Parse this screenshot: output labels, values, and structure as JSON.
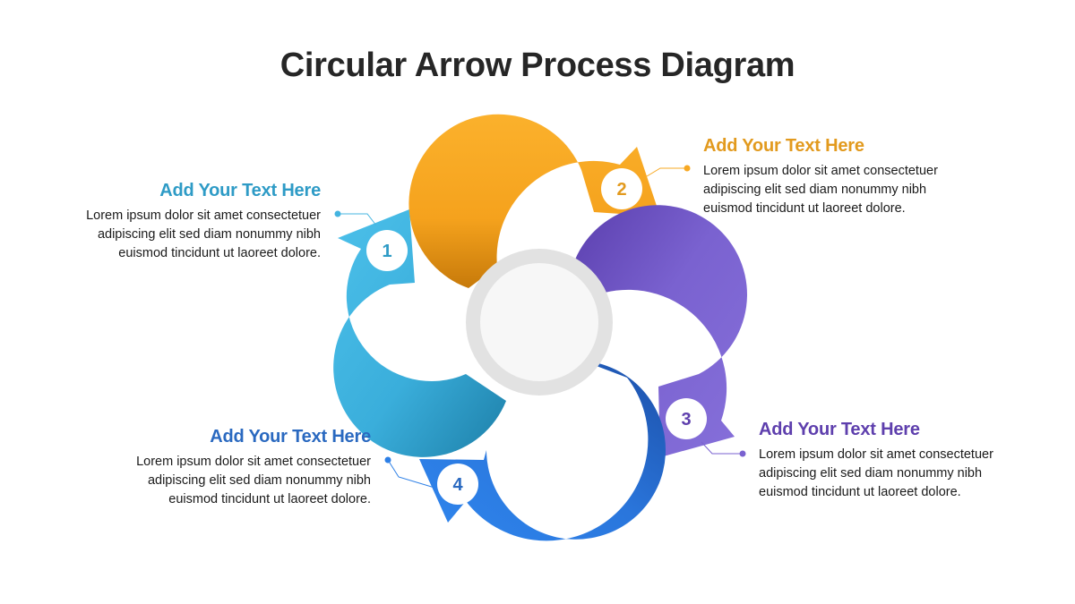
{
  "title": "Circular Arrow Process Diagram",
  "steps": [
    {
      "number": "1",
      "heading": "Add Your Text Here",
      "body_lines": [
        "Lorem ipsum dolor sit amet consectetuer",
        "adipiscing elit sed diam nonummy nibh",
        "euismod tincidunt ut laoreet dolore."
      ],
      "color": "#44b4e0"
    },
    {
      "number": "2",
      "heading": "Add Your Text Here",
      "body_lines": [
        "Lorem ipsum dolor sit amet consectetuer",
        "adipiscing elit sed diam nonummy nibh",
        "euismod tincidunt ut laoreet dolore."
      ],
      "color": "#f7a823"
    },
    {
      "number": "3",
      "heading": "Add Your Text Here",
      "body_lines": [
        "Lorem ipsum dolor sit amet consectetuer",
        "adipiscing elit sed diam nonummy nibh",
        "euismod tincidunt ut laoreet dolore."
      ],
      "color": "#7a62d0"
    },
    {
      "number": "4",
      "heading": "Add Your Text Here",
      "body_lines": [
        "Lorem ipsum dolor sit amet consectetuer",
        "adipiscing elit sed diam nonummy nibh",
        "euismod tincidunt ut laoreet dolore."
      ],
      "color": "#2c7fe6"
    }
  ],
  "colors": {
    "title": "#262626",
    "heading_1": "#2e9bc6",
    "heading_2": "#e29a1e",
    "heading_3": "#5e3fad",
    "heading_4": "#2a69c0",
    "center_ring": "#e3e3e3",
    "center_fill": "#f6f6f6"
  }
}
